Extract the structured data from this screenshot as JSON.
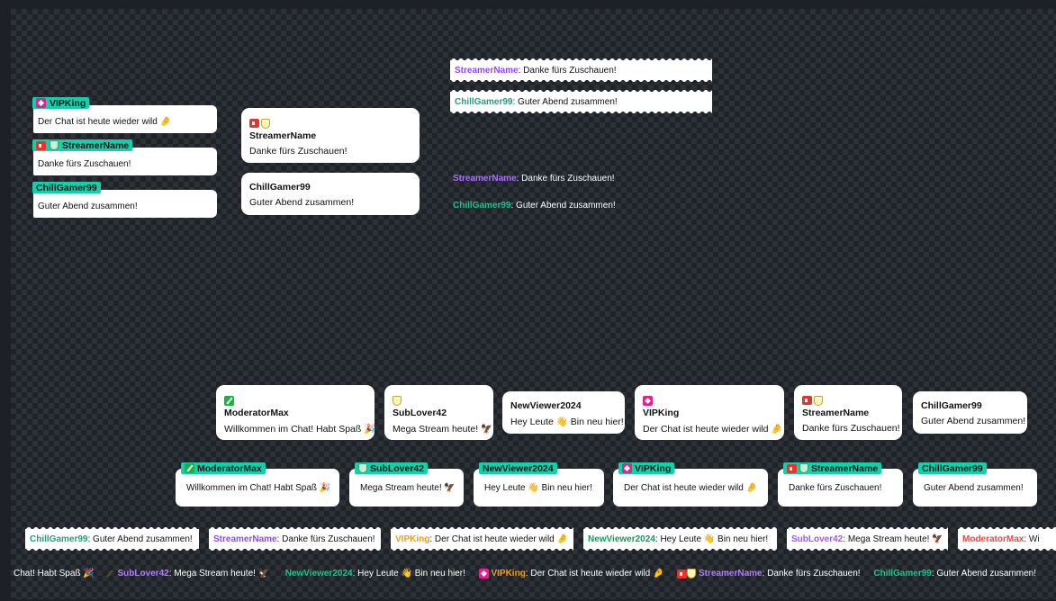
{
  "colors": {
    "streamer": "#9147ff",
    "chill": "#1ba37a",
    "vip": "#f59e0b",
    "newviewer": "#0f9d58",
    "sub": "#a855f7",
    "mod": "#ef4444",
    "tag": "#16cfaa"
  },
  "users": {
    "vip": "VIPKing",
    "streamer": "StreamerName",
    "chill": "ChillGamer99",
    "mod": "ModeratorMax",
    "sub": "SubLover42",
    "newviewer": "NewViewer2024"
  },
  "messages": {
    "vip": "Der Chat ist heute wieder wild 🤌",
    "streamer": "Danke fürs Zuschauen!",
    "chill": "Guter Abend zusammen!",
    "mod": "Willkommen im Chat! Habt Spaß 🎉",
    "sub": "Mega Stream heute! 🦅",
    "newviewer": "Hey Leute 👋 Bin neu hier!"
  },
  "colon": ":",
  "ticker_lead": "Chat! Habt Spaß 🎉",
  "wavy_cut_text": "Wi"
}
